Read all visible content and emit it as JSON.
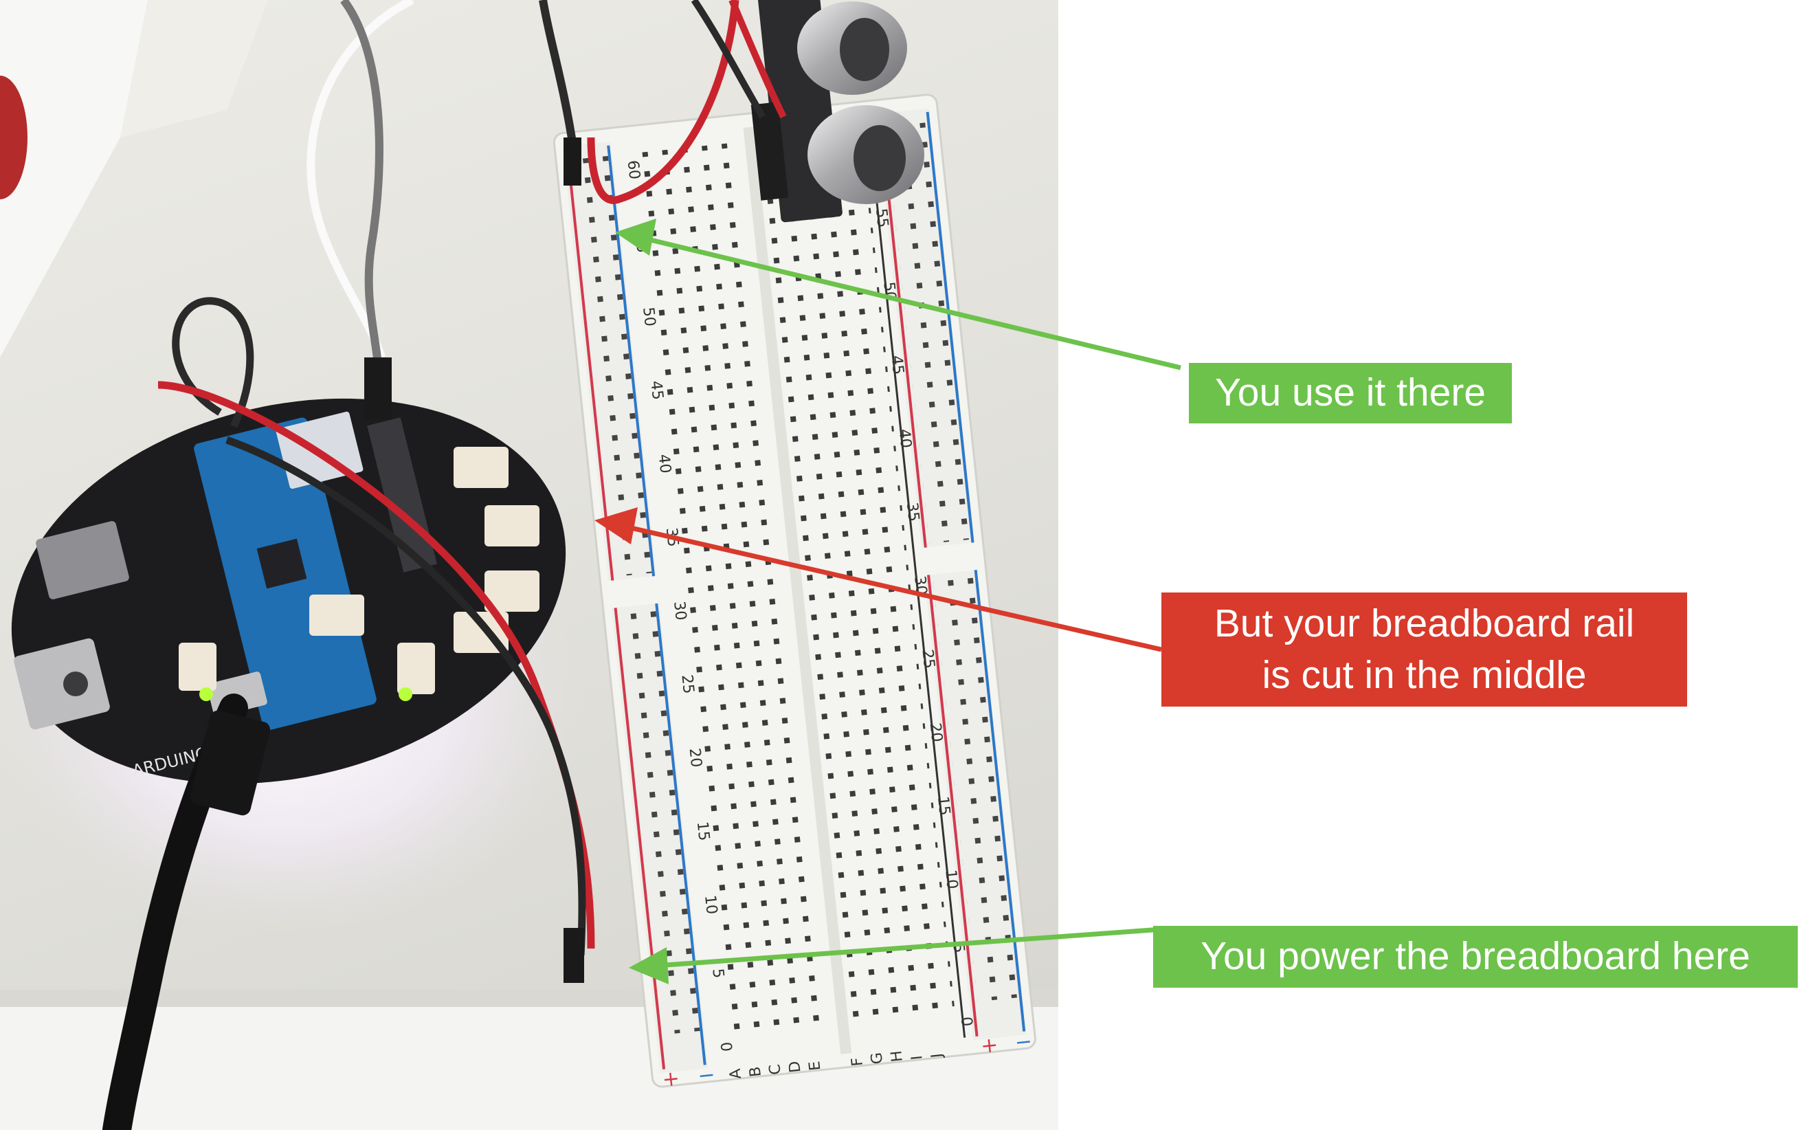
{
  "colors": {
    "callout_green": "#6cc24a",
    "callout_red": "#d83a2b",
    "pcb": "#1c1c1e",
    "arduino": "#1f6fb2",
    "breadboard": "#f4f4f0",
    "rail_red": "#d2394b",
    "rail_blue": "#2d78c8"
  },
  "callouts": [
    {
      "id": "use",
      "text": "You use it there",
      "color": "green"
    },
    {
      "id": "cut",
      "text": "But your breadboard rail\nis cut in the middle",
      "color": "red"
    },
    {
      "id": "power",
      "text": "You power the breadboard here",
      "color": "green"
    }
  ],
  "breadboard": {
    "row_labels_left": [
      "A",
      "B",
      "C",
      "D",
      "E"
    ],
    "row_labels_right": [
      "F",
      "G",
      "H",
      "I",
      "J"
    ],
    "column_numbers": [
      "0",
      "5",
      "10",
      "15",
      "20",
      "25",
      "30",
      "35",
      "40",
      "45",
      "50",
      "55",
      "60"
    ],
    "rail_plus": "+",
    "rail_minus": "−"
  },
  "board": {
    "brand_text": "ARDUINO"
  }
}
